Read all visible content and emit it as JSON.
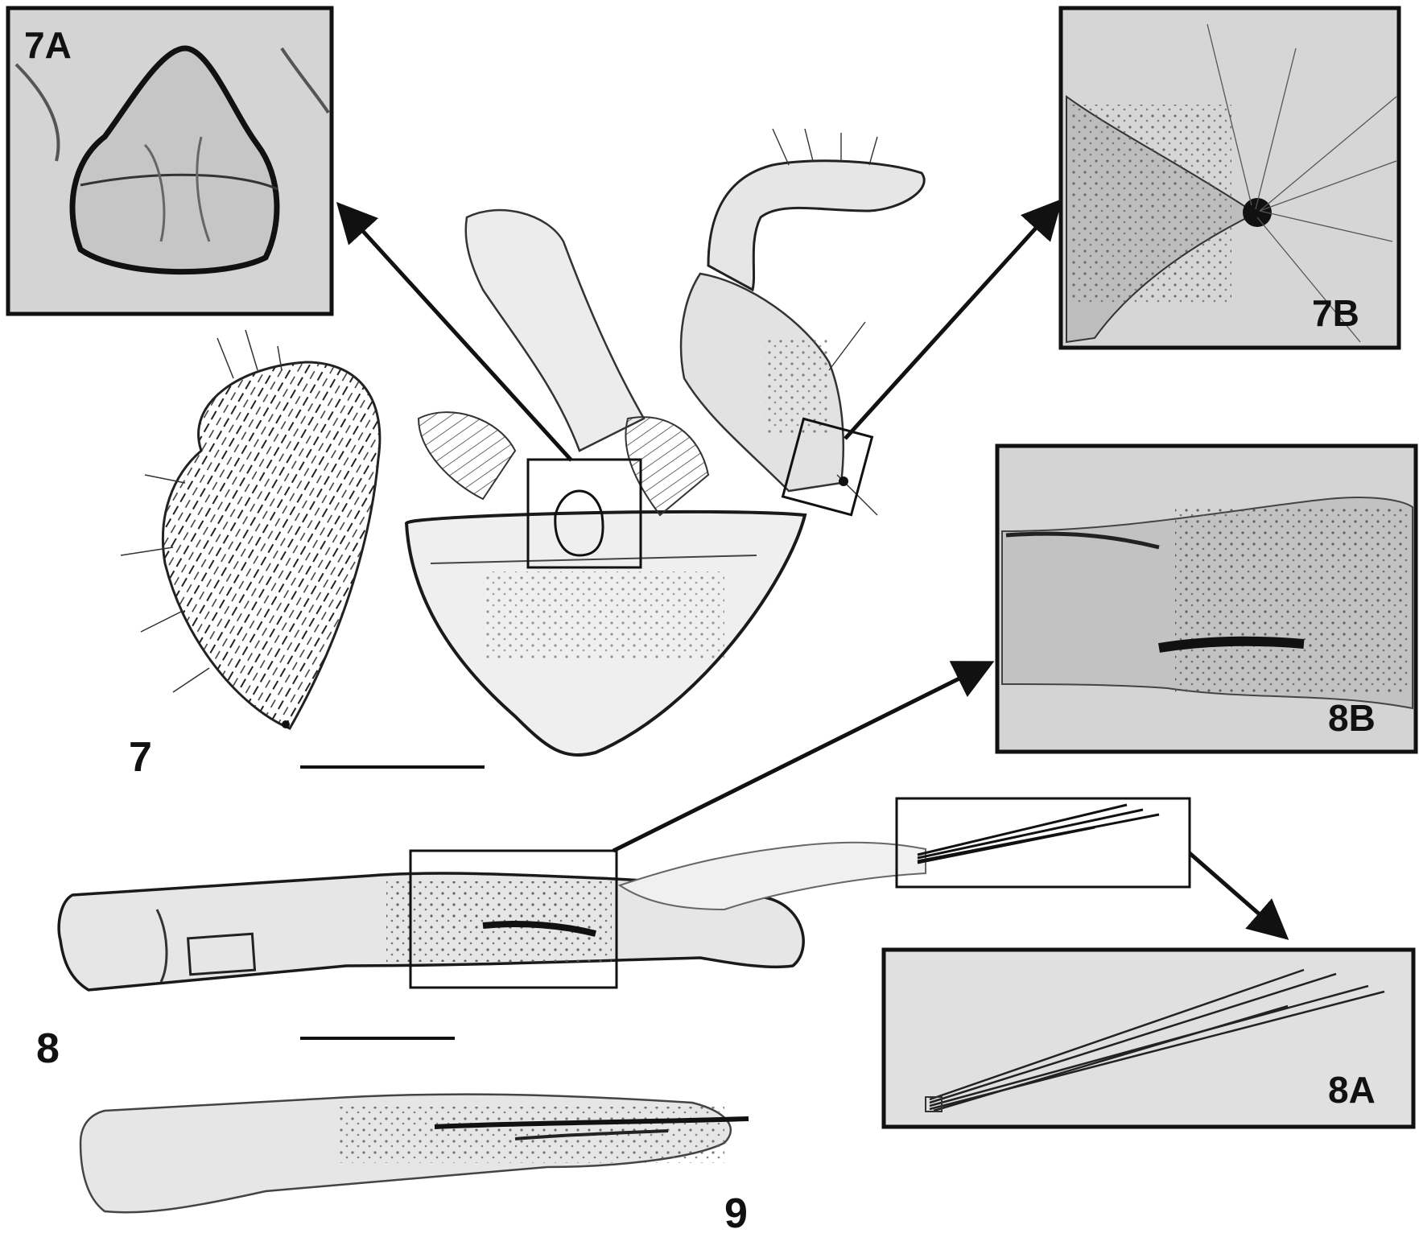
{
  "figure": {
    "labels": {
      "fig7": "7",
      "fig8": "8",
      "fig9": "9",
      "inset_7a": "7A",
      "inset_7b": "7B",
      "inset_8a": "8A",
      "inset_8b": "8B"
    }
  },
  "colors": {
    "background": "#ffffff",
    "ink": "#111111",
    "inset_fill": "#d4d4d4",
    "specimen_fill": "#e2e2e2"
  }
}
